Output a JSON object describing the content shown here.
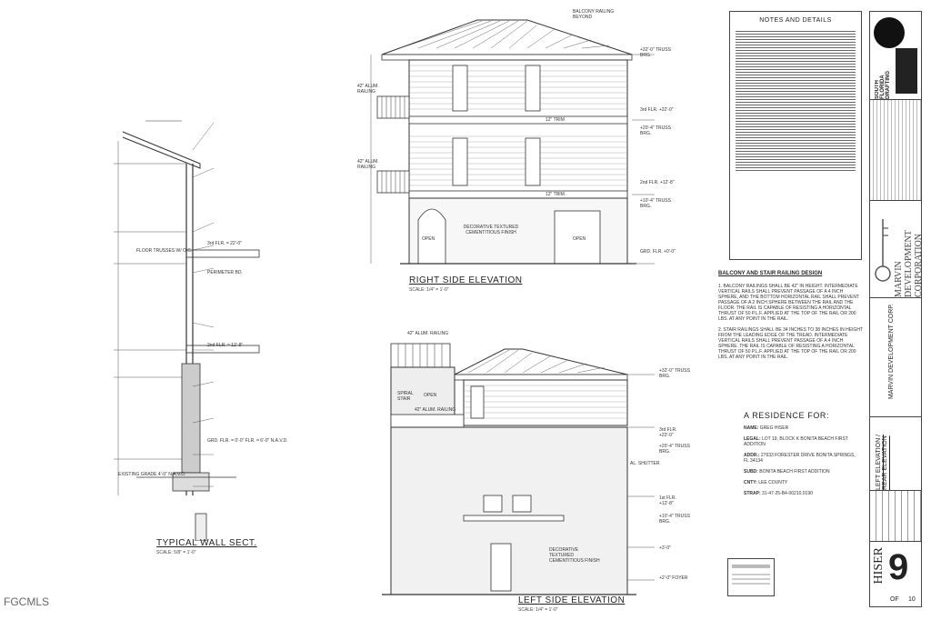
{
  "watermark": "FGCMLS",
  "wall_section": {
    "title": "TYPICAL WALL SECT.",
    "scale": "SCALE: 5/8\" = 1'-0\"",
    "callouts": [
      "2nd FLR. = 12'-8\"",
      "3rd FLR. = 22'-0\"",
      "FLOOR TRUSSES W/ O.C.",
      "PERIMETER BD.",
      "GRD. FLR. = 0'-0\" FLR. = 6'-0\" N.A.V.D.",
      "EXISTING GRADE 4'-0\" N.A.V.D."
    ]
  },
  "right_elevation": {
    "title": "RIGHT SIDE ELEVATION",
    "scale": "SCALE: 1/4\" = 1'-0\"",
    "labels": [
      "BALCONY RAILING BEYOND",
      "42\" ALUM. RAILING",
      "42\" ALUM. RAILING",
      "12\" TRIM",
      "12\" TRIM",
      "DECORATIVE TEXTURED CEMENTITIOUS FINISH",
      "OPEN",
      "OPEN"
    ],
    "levels": [
      "+32'-0\" TRUSS BRG.",
      "3rd FLR. +22'-0\"",
      "+20'-4\" TRUSS BRG.",
      "2nd FLR. +12'-8\"",
      "+10'-4\" TRUSS BRG.",
      "GRD. FLR. +0'-0\""
    ]
  },
  "left_elevation": {
    "title": "LEFT SIDE ELEVATION",
    "scale": "SCALE: 1/4\" = 1'-0\"",
    "labels": [
      "42\" ALUM. RAILING",
      "OPEN",
      "SPIRAL STAIR",
      "42\" ALUM. RAILING",
      "AL. SHUTTER",
      "DECORATIVE TEXTURED CEMENTITIOUS FINISH"
    ],
    "levels": [
      "+32'-0\" TRUSS BRG.",
      "3rd FLR. +22'-0\"",
      "+20'-4\" TRUSS BRG.",
      "1st FLR. +12'-8\"",
      "+10'-4\" TRUSS BRG.",
      "+3'-0\"",
      "+2'-0\" FOYER"
    ]
  },
  "notes": {
    "title": "NOTES AND DETAILS"
  },
  "railing": {
    "title": "BALCONY AND STAIR RAILING DESIGN",
    "items": [
      "1. BALCONY RAILINGS SHALL BE 42\" IN HEIGHT. INTERMEDIATE VERTICAL RAILS SHALL PREVENT PASSAGE OF A 4 INCH SPHERE, AND THE BOTTOM HORIZONTAL RAIL SHALL PREVENT PASSAGE OF A 2 INCH SPHERE BETWEEN THE RAIL AND THE FLOOR. THE RAIL IS CAPABLE OF RESISTING A HORIZONTAL THRUST OF 50 P.L.F. APPLIED AT THE TOP OF THE RAIL OR 200 LBS. AT ANY POINT IN THE RAIL.",
      "2. STAIR RAILINGS SHALL BE 34 INCHES TO 38 INCHES IN HEIGHT FROM THE LEADING EDGE OF THE TREAD. INTERMEDIATE VERTICAL RAILS SHALL PREVENT PASSAGE OF A 4 INCH SPHERE. THE RAIL IS CAPABLE OF RESISTING A HORIZONTAL THRUST OF 50 P.L.F. APPLIED AT THE TOP OF THE RAIL OR 200 LBS. AT ANY POINT IN THE RAIL."
    ]
  },
  "residence": {
    "title": "A RESIDENCE FOR:",
    "rows": [
      {
        "k": "NAME:",
        "v": "GREG HISER"
      },
      {
        "k": "LEGAL:",
        "v": "LOT 19, BLOCK K BONITA BEACH FIRST ADDITION"
      },
      {
        "k": "ADDR.:",
        "v": "27633 FORESTER DRIVE BONITA SPRINGS, FL 34134"
      },
      {
        "k": "SUBD:",
        "v": "BONITA BEACH FIRST ADDITION"
      },
      {
        "k": "CNTY:",
        "v": "LEE COUNTY"
      },
      {
        "k": "STRAP:",
        "v": "31-47-25-B4-00210.0190"
      }
    ]
  },
  "title_block": {
    "sheet_titles": "LEFT ELEVATION / REAR ELEVATION",
    "builder": "MARVIN DEVELOPMENT CORP.",
    "logo_text": "MARVIN DEVELOPMENT CORPORATION",
    "drafting": "SOUTH FLORIDA DRAFTING",
    "owner": "HISER",
    "sheet_number": "9",
    "sheet_of": "OF",
    "sheet_total": "10"
  }
}
